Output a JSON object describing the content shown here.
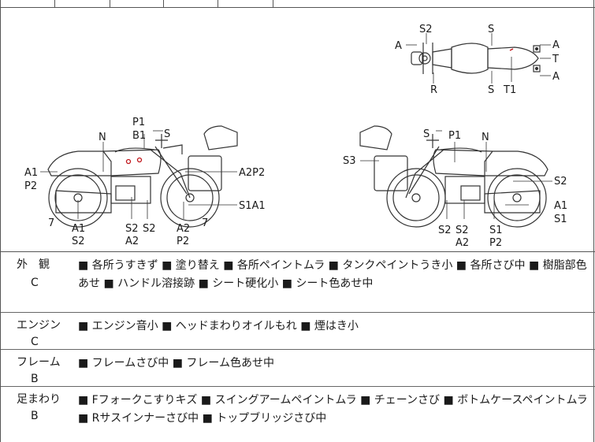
{
  "diagram": {
    "top_view": {
      "labels": [
        "S2",
        "A",
        "R",
        "S",
        "A",
        "T",
        "A",
        "S",
        "T1"
      ]
    },
    "left_view": {
      "labels": [
        "P1",
        "B1",
        "S",
        "N",
        "A1",
        "P2",
        "A2P2",
        "S1A1",
        "7",
        "7",
        "A1",
        "S2",
        "S2",
        "S2",
        "A2",
        "A2",
        "P2"
      ]
    },
    "right_view": {
      "labels": [
        "S",
        "P1",
        "N",
        "S3",
        "S2",
        "A1",
        "S1",
        "S2",
        "S2",
        "A2",
        "S1",
        "P2"
      ]
    }
  },
  "conditions": [
    {
      "category": "外　観",
      "grade": "C",
      "description": "■ 各所うすきず ■ 塗り替え ■ 各所ペイントムラ ■ タンクペイントうき小 ■ 各所さび中 ■ 樹脂部色あせ ■ ハンドル溶接跡 ■ シート硬化小 ■ シート色あせ中"
    },
    {
      "category": "エンジン",
      "grade": "C",
      "description": "■ エンジン音小 ■ ヘッドまわりオイルもれ ■ 煙はき小"
    },
    {
      "category": "フレーム",
      "grade": "B",
      "description": "■ フレームさび中 ■ フレーム色あせ中"
    },
    {
      "category": "足まわり",
      "grade": "B",
      "description": "■ Fフォークこすりキズ ■ スイングアームペイントムラ ■ チェーンさび ■ ボトムケースペイントムラ ■ Rサスインナーさび中 ■ トップブリッジさび中"
    }
  ],
  "colors": {
    "line": "#333333",
    "damage_mark": "#c0161b"
  }
}
